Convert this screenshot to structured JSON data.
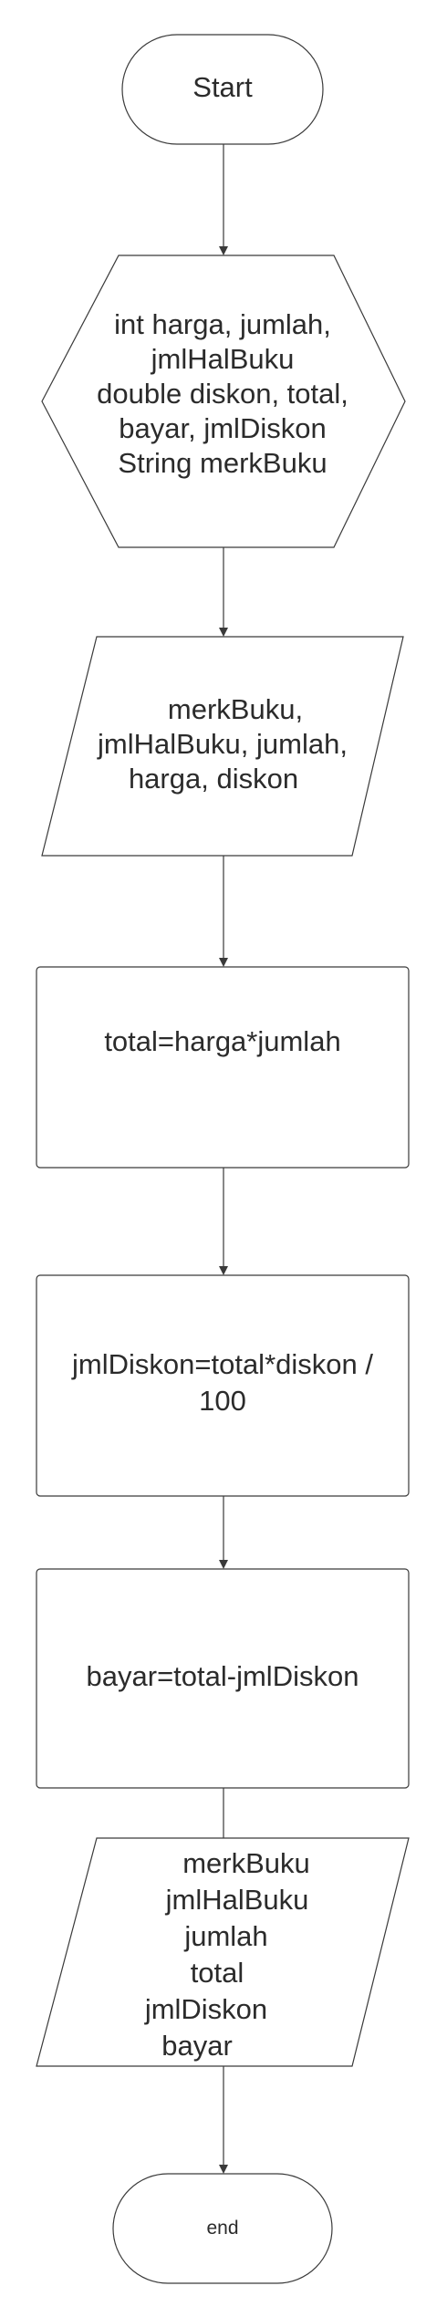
{
  "flowchart": {
    "start": {
      "label": "Start"
    },
    "declare": {
      "lines": [
        "int harga, jumlah,",
        "jmlHalBuku",
        "double diskon, total,",
        "bayar, jmlDiskon",
        "String merkBuku"
      ]
    },
    "input": {
      "lines": [
        "merkBuku,",
        "jmlHalBuku, jumlah,",
        "harga, diskon"
      ]
    },
    "process_total": {
      "label": "total=harga*jumlah"
    },
    "process_diskon": {
      "lines": [
        "jmlDiskon=total*diskon /",
        "100"
      ]
    },
    "process_bayar": {
      "label": "bayar=total-jmlDiskon"
    },
    "output": {
      "lines": [
        "merkBuku",
        "jmlHalBuku",
        "jumlah",
        "total",
        "jmlDiskon",
        "bayar"
      ]
    },
    "end": {
      "label": "end"
    }
  }
}
